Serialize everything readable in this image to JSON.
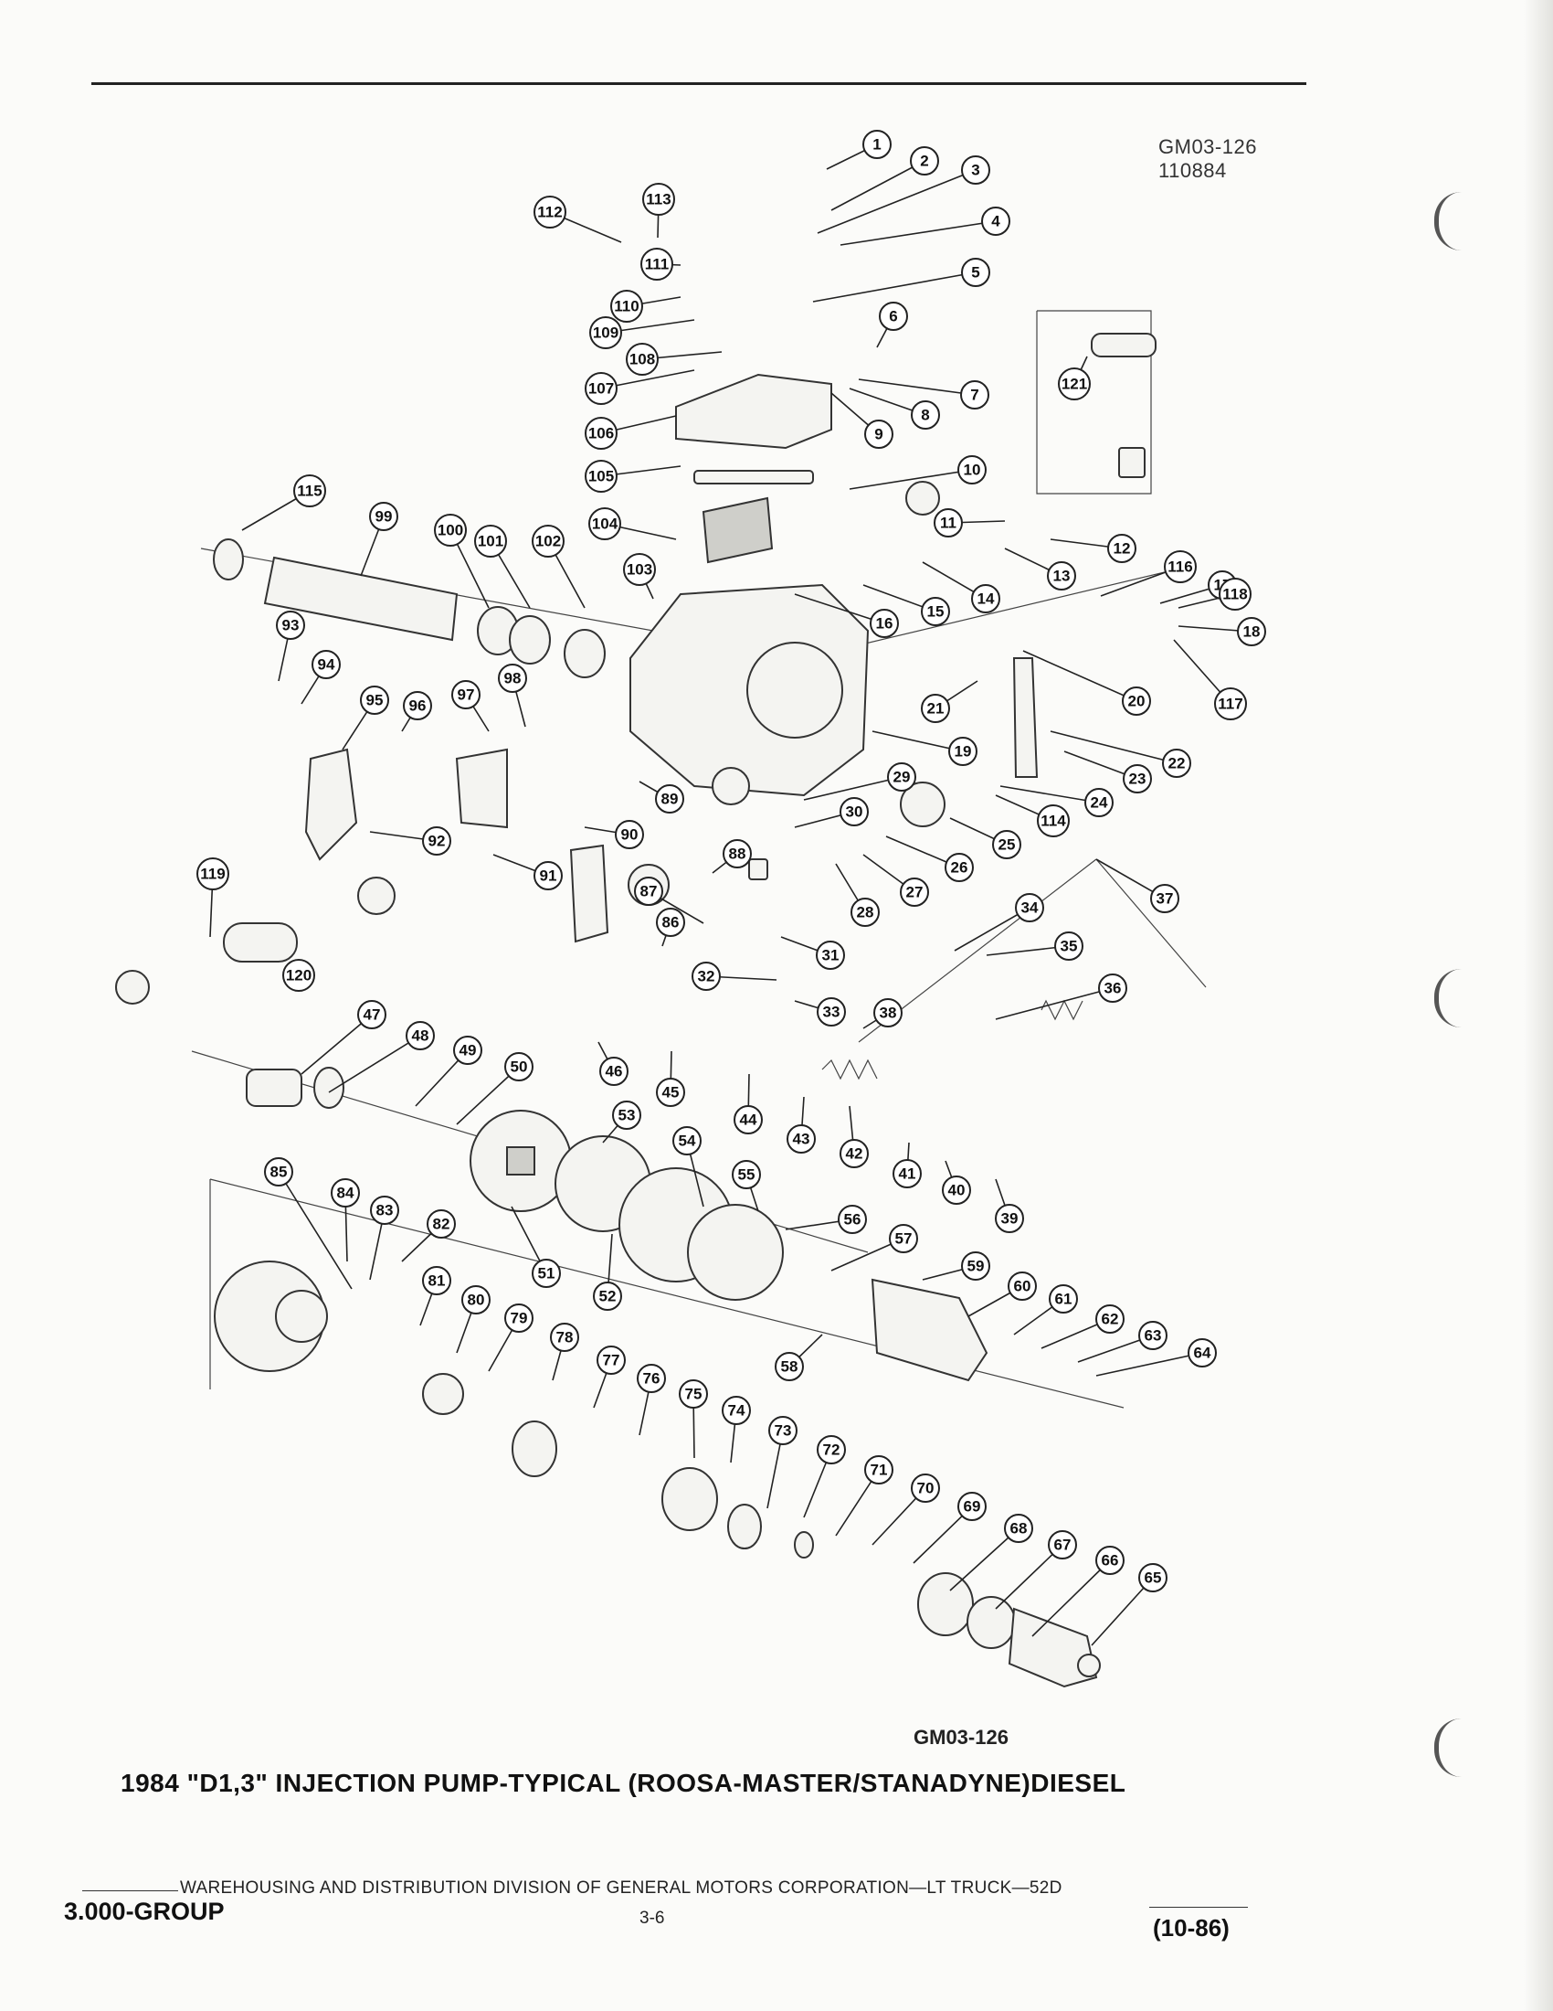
{
  "header": {
    "ref_code_line1": "GM03-126",
    "ref_code_line2": "110884"
  },
  "diagram": {
    "bottom_code": "GM03-126",
    "caption": "1984 \"D1,3\" INJECTION PUMP-TYPICAL (ROOSA-MASTER/STANADYNE)DIESEL",
    "callouts": [
      "1",
      "2",
      "3",
      "4",
      "5",
      "6",
      "7",
      "8",
      "9",
      "10",
      "11",
      "12",
      "13",
      "14",
      "15",
      "16",
      "17",
      "18",
      "19",
      "20",
      "21",
      "22",
      "23",
      "24",
      "25",
      "26",
      "27",
      "28",
      "29",
      "30",
      "31",
      "32",
      "33",
      "34",
      "35",
      "36",
      "37",
      "38",
      "39",
      "40",
      "41",
      "42",
      "43",
      "44",
      "45",
      "46",
      "47",
      "48",
      "49",
      "50",
      "51",
      "52",
      "53",
      "54",
      "55",
      "56",
      "57",
      "58",
      "59",
      "60",
      "61",
      "62",
      "63",
      "64",
      "65",
      "66",
      "67",
      "68",
      "69",
      "70",
      "71",
      "72",
      "73",
      "74",
      "75",
      "76",
      "77",
      "78",
      "79",
      "80",
      "81",
      "82",
      "83",
      "84",
      "85",
      "86",
      "87",
      "88",
      "89",
      "90",
      "91",
      "92",
      "93",
      "94",
      "95",
      "96",
      "97",
      "98",
      "99",
      "100",
      "101",
      "102",
      "103",
      "104",
      "105",
      "106",
      "107",
      "108",
      "109",
      "110",
      "111",
      "112",
      "113",
      "114",
      "115",
      "116",
      "117",
      "118",
      "119",
      "120",
      "121"
    ]
  },
  "footer": {
    "division_line": "WAREHOUSING AND DISTRIBUTION  DIVISION OF GENERAL MOTORS CORPORATION—LT TRUCK—52D",
    "group": "3.000-GROUP",
    "page": "3-6",
    "date": "(10-86)"
  }
}
